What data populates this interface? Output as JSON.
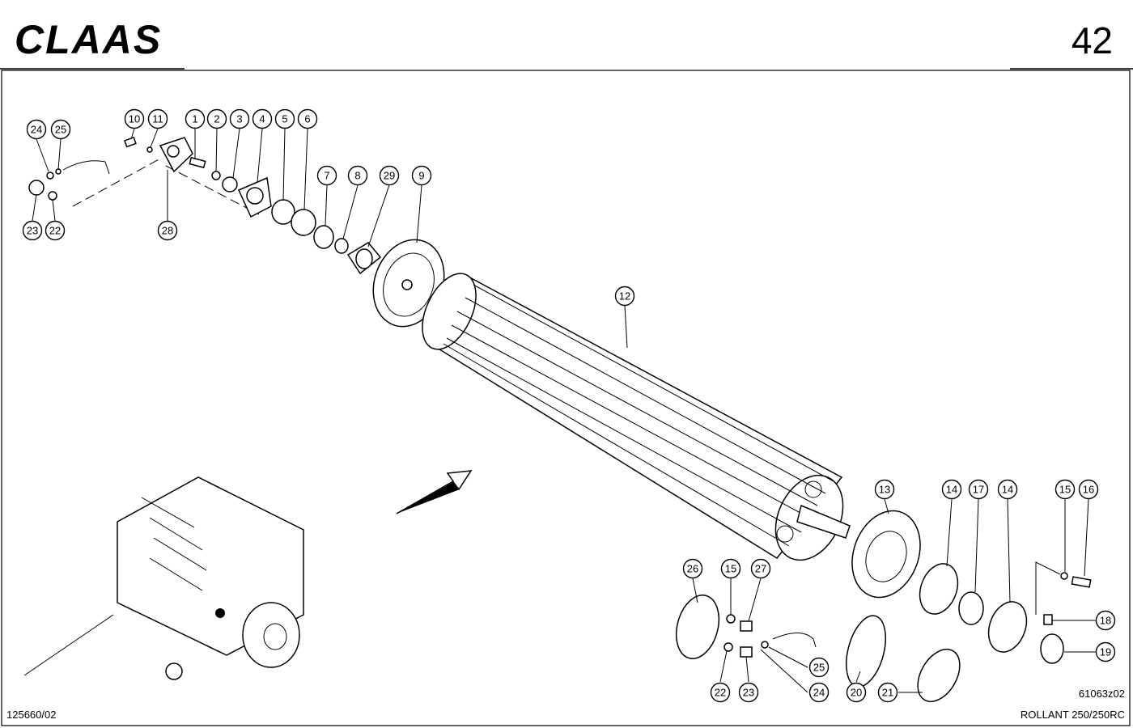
{
  "header": {
    "brand": "CLAAS",
    "page_number": "42"
  },
  "footer": {
    "doc_code": "125660/02",
    "drawing_code": "61063z02",
    "model": "ROLLANT 250/250RC"
  },
  "callouts": [
    {
      "label": "24"
    },
    {
      "label": "25"
    },
    {
      "label": "23"
    },
    {
      "label": "22"
    },
    {
      "label": "10"
    },
    {
      "label": "11"
    },
    {
      "label": "28"
    },
    {
      "label": "1"
    },
    {
      "label": "2"
    },
    {
      "label": "3"
    },
    {
      "label": "4"
    },
    {
      "label": "5"
    },
    {
      "label": "6"
    },
    {
      "label": "7"
    },
    {
      "label": "8"
    },
    {
      "label": "29"
    },
    {
      "label": "9"
    },
    {
      "label": "12"
    },
    {
      "label": "13"
    },
    {
      "label": "14"
    },
    {
      "label": "17"
    },
    {
      "label": "14"
    },
    {
      "label": "15"
    },
    {
      "label": "16"
    },
    {
      "label": "18"
    },
    {
      "label": "19"
    },
    {
      "label": "26"
    },
    {
      "label": "15"
    },
    {
      "label": "27"
    },
    {
      "label": "25"
    },
    {
      "label": "24"
    },
    {
      "label": "22"
    },
    {
      "label": "23"
    },
    {
      "label": "20"
    },
    {
      "label": "21"
    }
  ]
}
